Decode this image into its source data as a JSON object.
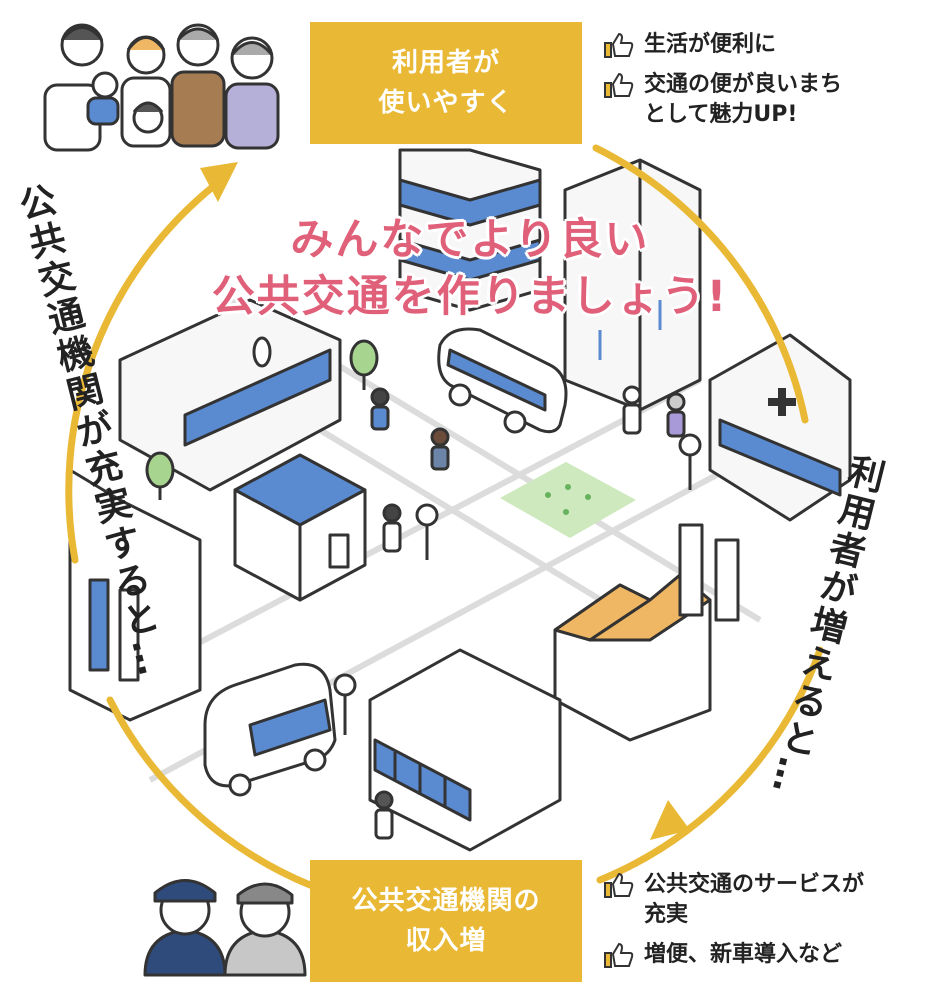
{
  "top_box": {
    "line1": "利用者が",
    "line2": "使いやすく"
  },
  "bottom_box": {
    "line1": "公共交通機関の",
    "line2": "収入増"
  },
  "headline": {
    "line1": "みんなでより良い",
    "line2": "公共交通を作りましょう!"
  },
  "left_caption": "公共交通機関が充実すると…",
  "right_caption": "利用者が増えると…",
  "benefits_top": [
    {
      "text": "生活が便利に"
    },
    {
      "text": "交通の便が良いまち\nとして魅力UP!"
    }
  ],
  "benefits_bottom": [
    {
      "text": "公共交通のサービスが\n充実"
    },
    {
      "text": "増便、新車導入など"
    }
  ],
  "colors": {
    "accent_yellow": "#e9b834",
    "headline_pink": "#e0607a",
    "building_blue": "#5a8ad0",
    "roof_orange": "#efb664",
    "park_green": "#cde9bd"
  },
  "icons": [
    "thumbs-up-icon",
    "family-illustration",
    "staff-illustration",
    "cycle-arrow-icon"
  ]
}
